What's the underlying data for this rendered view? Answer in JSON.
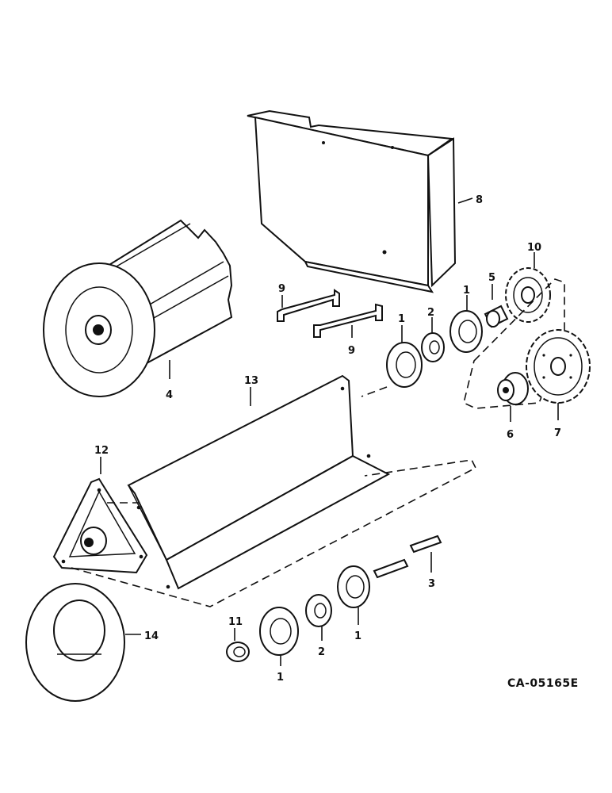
{
  "labels": {
    "l1a": "1",
    "l1b": "1",
    "l1c": "1",
    "l1d": "1",
    "l2a": "2",
    "l2b": "2",
    "l3": "3",
    "l4": "4",
    "l5": "5",
    "l6": "6",
    "l7": "7",
    "l8": "8",
    "l9a": "9",
    "l9b": "9",
    "l10": "10",
    "l11": "11",
    "l12": "12",
    "l13": "13",
    "l14": "14"
  },
  "drawing_code": "CA-05165E"
}
